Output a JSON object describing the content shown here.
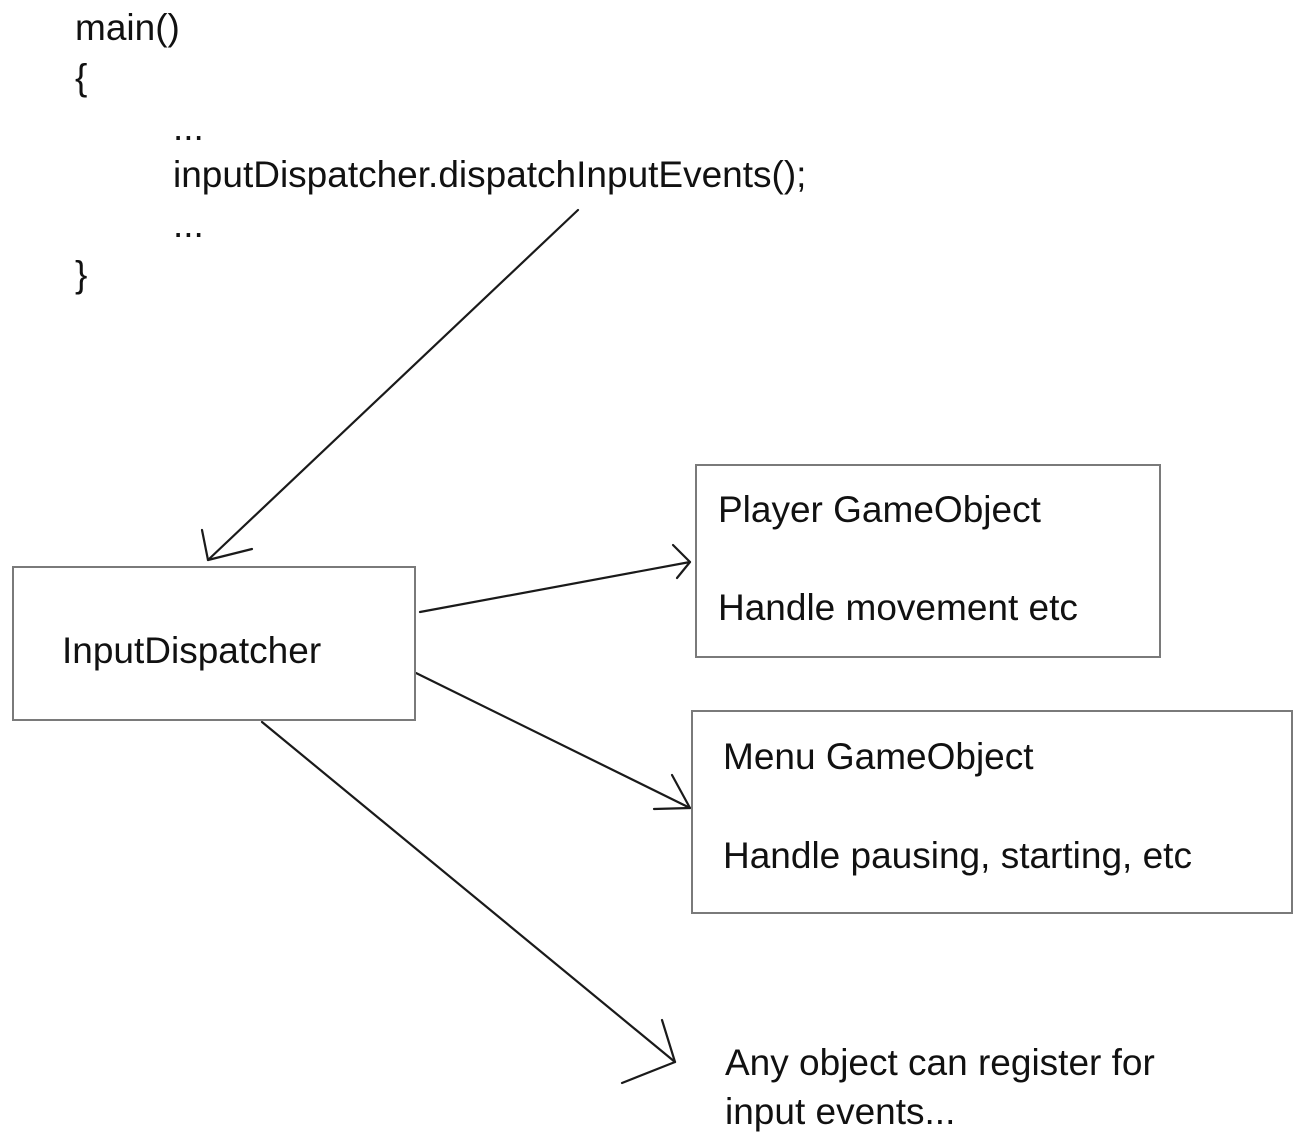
{
  "code": {
    "line1": "main()",
    "line2": "{",
    "line3": "...",
    "line4": "inputDispatcher.dispatchInputEvents();",
    "line5": "...",
    "line6": "}"
  },
  "nodes": {
    "dispatcher": {
      "label": "InputDispatcher"
    },
    "player": {
      "title": "Player GameObject",
      "desc": "Handle movement etc"
    },
    "menu": {
      "title": "Menu GameObject",
      "desc": "Handle pausing, starting, etc"
    }
  },
  "note": {
    "line1": "Any object can register for",
    "line2": "input events..."
  },
  "colors": {
    "stroke": "#1a1a1a",
    "box_border": "#7a7a7a",
    "text": "#111111"
  }
}
